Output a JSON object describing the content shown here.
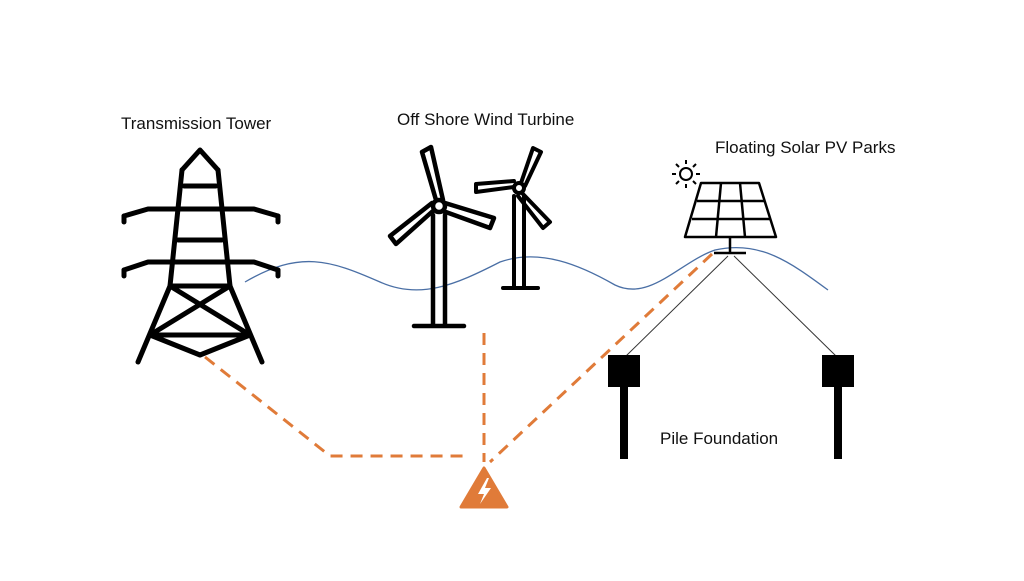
{
  "labels": {
    "transmission_tower": "Transmission Tower",
    "wind_turbine": "Off Shore Wind Turbine",
    "solar_parks": "Floating Solar PV Parks",
    "pile_foundation": "Pile Foundation"
  },
  "colors": {
    "cable": "#E07B39",
    "warning_fill": "#E07B39",
    "water_line": "#4A6FA5",
    "line": "#000000",
    "background": "#FFFFFF"
  },
  "icons": {
    "tower": "transmission-tower-icon",
    "turbine": "wind-turbine-icon",
    "solar": "solar-panel-icon",
    "sun": "sun-icon",
    "warning": "high-voltage-warning-icon",
    "pile": "pile-foundation-icon"
  }
}
